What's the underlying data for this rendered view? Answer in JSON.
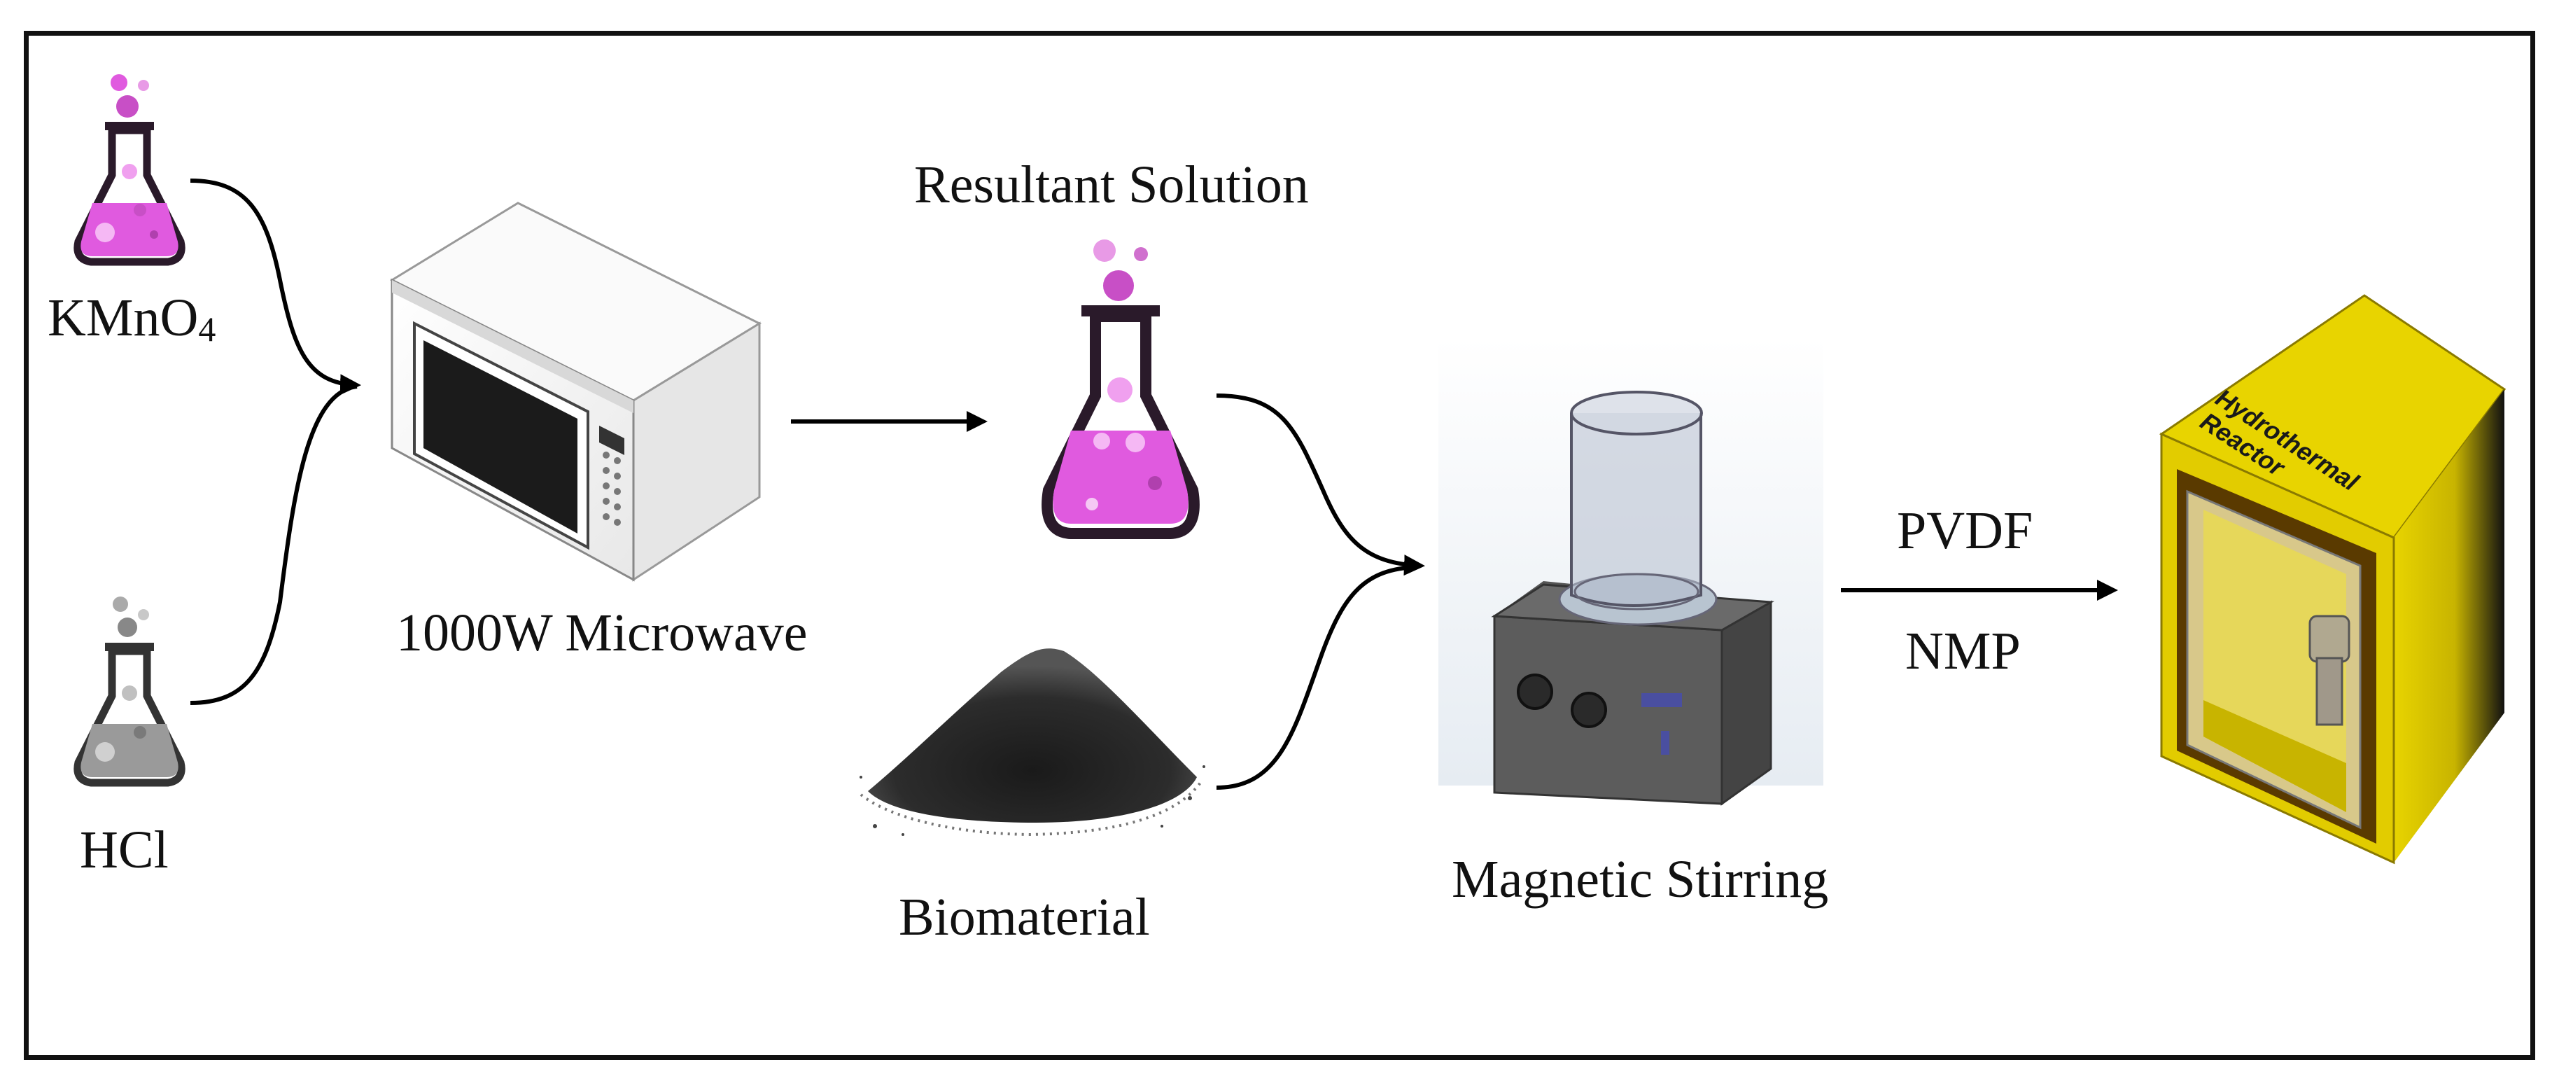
{
  "labels": {
    "kmno4_main": "KMnO",
    "kmno4_sub": "4",
    "hcl": "HCl",
    "microwave": "1000W Microwave",
    "resultant": "Resultant Solution",
    "biomaterial": "Biomaterial",
    "stirring": "Magnetic Stirring",
    "pvdf": "PVDF",
    "nmp": "NMP",
    "reactor_line1": "Hydrothermal",
    "reactor_line2": "Reactor"
  },
  "colors": {
    "flask_pink": "#e05adf",
    "flask_outline": "#2a1a2a",
    "flask_gray": "#9a9a9a",
    "reactor_yellow": "#e8d400",
    "reactor_brown": "#5a3a00",
    "arrow": "#000000"
  },
  "icons": [
    "kmno4-flask-icon",
    "hcl-flask-icon",
    "microwave-icon",
    "resultant-flask-icon",
    "biomaterial-powder-icon",
    "magnetic-stirrer-icon",
    "hydrothermal-reactor-icon"
  ]
}
